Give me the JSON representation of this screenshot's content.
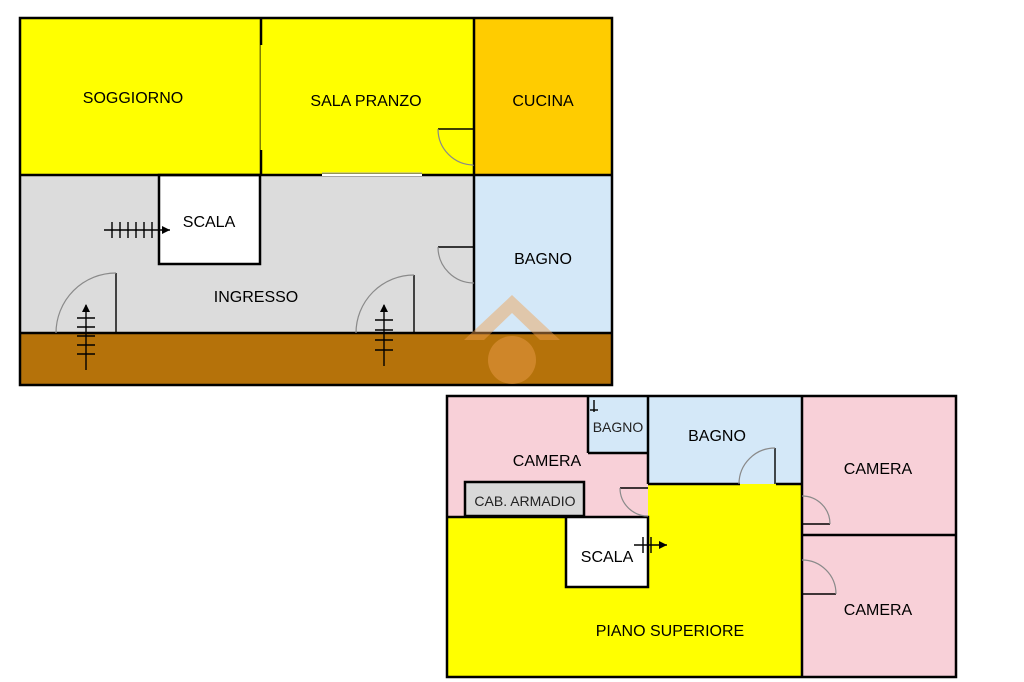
{
  "ground_floor": {
    "rooms": {
      "soggiorno": "SOGGIORNO",
      "sala_pranzo": "SALA PRANZO",
      "cucina": "CUCINA",
      "scala": "SCALA",
      "bagno": "BAGNO",
      "ingresso": "INGRESSO"
    }
  },
  "upper_floor": {
    "rooms": {
      "camera_left": "CAMERA",
      "bagno_small": "BAGNO",
      "bagno": "BAGNO",
      "camera_right_top": "CAMERA",
      "cab_armadio": "CAB. ARMADIO",
      "scala": "SCALA",
      "piano_superiore": "PIANO SUPERIORE",
      "camera_right_bottom": "CAMERA"
    }
  },
  "colors": {
    "living_yellow": "#ffff00",
    "kitchen_orange": "#ffcc00",
    "hall_gray": "#dcdcdc",
    "bath_blue": "#d4e8f8",
    "balcony_brown": "#b5720a",
    "bedroom_pink": "#f8d0d8",
    "closet_gray": "#d8d8d8",
    "watermark": "#f0a050"
  },
  "icons": [
    "stair-arrow-icon",
    "door-swing-icon",
    "watermark-logo"
  ]
}
